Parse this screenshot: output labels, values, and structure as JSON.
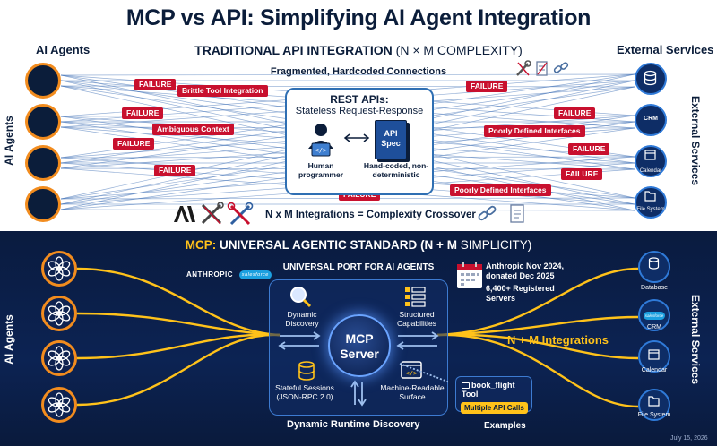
{
  "title": "MCP vs API: Simplifying AI Agent Integration",
  "top": {
    "heading_bold": "TRADITIONAL API INTEGRATION",
    "heading_light": "(N × M COMPLEXITY)",
    "left_header": "AI Agents",
    "right_header": "External Services",
    "left_vertical": "AI Agents",
    "right_vertical": "External Services",
    "fragmented": "Fragmented, Hardcoded Connections",
    "rest_title": "REST APIs:",
    "rest_subtitle": "Stateless Request-Response",
    "human_caption": "Human programmer",
    "api_spec_caption": "Hand-coded, non-deterministic",
    "api_spec_icon_text": "API Spec",
    "footer": "N x M Integrations = Complexity Crossover",
    "failure_label": "FAILURE",
    "tags": [
      "Brittle Tool Integration",
      "Ambiguous Context",
      "Poorly Defined Interfaces",
      "Poorly Defined Interfaces"
    ],
    "services": [
      "",
      "CRM",
      "Calendar",
      "File System"
    ]
  },
  "bottom": {
    "heading_gold": "MCP:",
    "heading_bold": "UNIVERSAL AGENTIC STANDARD",
    "heading_light_open": "(N + M",
    "heading_simplicity": "SIMPLICITY)",
    "left_vertical": "AI Agents",
    "right_vertical": "External Services",
    "universal_port": "UNIVERSAL PORT FOR AI AGENTS",
    "anthropic_logo": "ANTHROPIC",
    "salesforce_logo": "salesforce",
    "features": {
      "discovery": "Dynamic Discovery",
      "structured": "Structured Capabilities",
      "stateful": "Stateful Sessions (JSON-RPC 2.0)",
      "surface": "Machine-Readable Surface"
    },
    "server_line1": "MCP",
    "server_line2": "Server",
    "note_line1": "Anthropic Nov 2024,",
    "note_line2": "donated Dec 2025",
    "note_line3": "6,400+ Registered",
    "note_line4": "Servers",
    "nm_label": "N + M Integrations",
    "book_flight": "book_flight Tool",
    "multiple_calls": "Multiple API Calls",
    "examples": "Examples",
    "runtime": "Dynamic Runtime Discovery",
    "services": [
      "Database",
      "CRM",
      "Calendar",
      "File System"
    ],
    "sf_badge": "salesforce",
    "date": "July 15, 2026"
  },
  "colors": {
    "navy": "#0b1d3a",
    "orange": "#f28c1e",
    "gold": "#ffc21a",
    "blue": "#2f7ad8",
    "failure_red": "#c8102e"
  }
}
